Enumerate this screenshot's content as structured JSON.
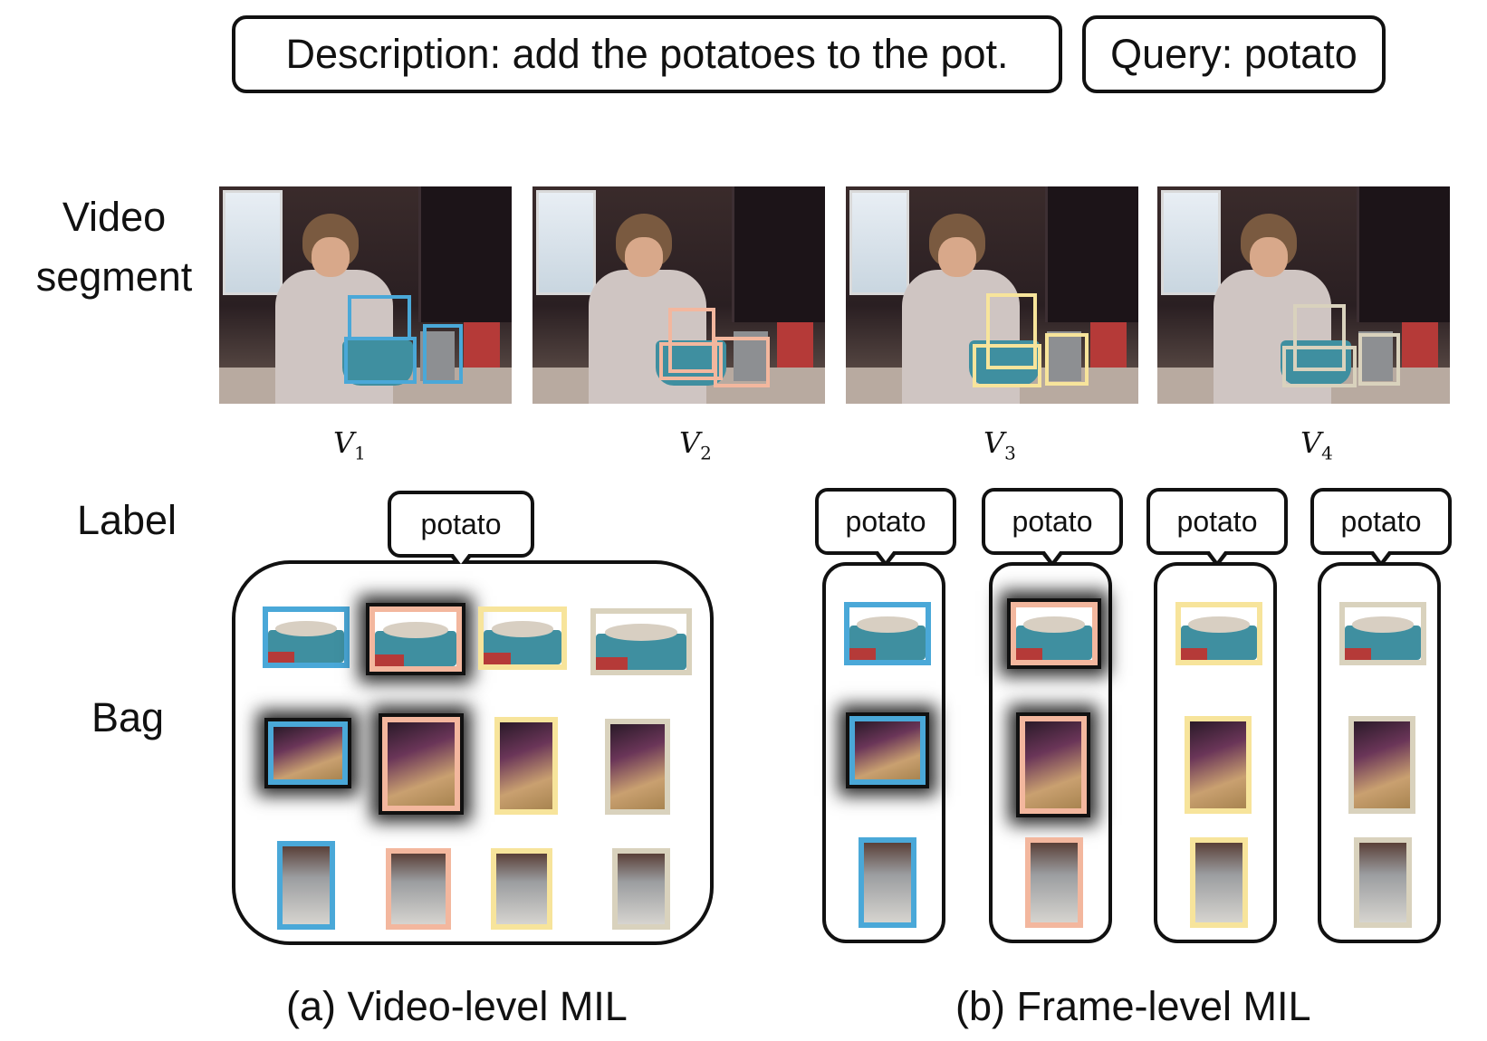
{
  "description": "Description: add the potatoes to the pot.",
  "query": "Query: potato",
  "row_labels": {
    "video_line1": "Video",
    "video_line2": "segment",
    "label": "Label",
    "bag": "Bag"
  },
  "segments": [
    {
      "name": "V",
      "sub": "1",
      "color": "#4aa8d8"
    },
    {
      "name": "V",
      "sub": "2",
      "color": "#f3b79e"
    },
    {
      "name": "V",
      "sub": "3",
      "color": "#f7e49b"
    },
    {
      "name": "V",
      "sub": "4",
      "color": "#d9d2bd"
    }
  ],
  "bag_label": "potato",
  "captions": {
    "video_level": "(a) Video-level MIL",
    "frame_level": "(b) Frame-level MIL"
  }
}
